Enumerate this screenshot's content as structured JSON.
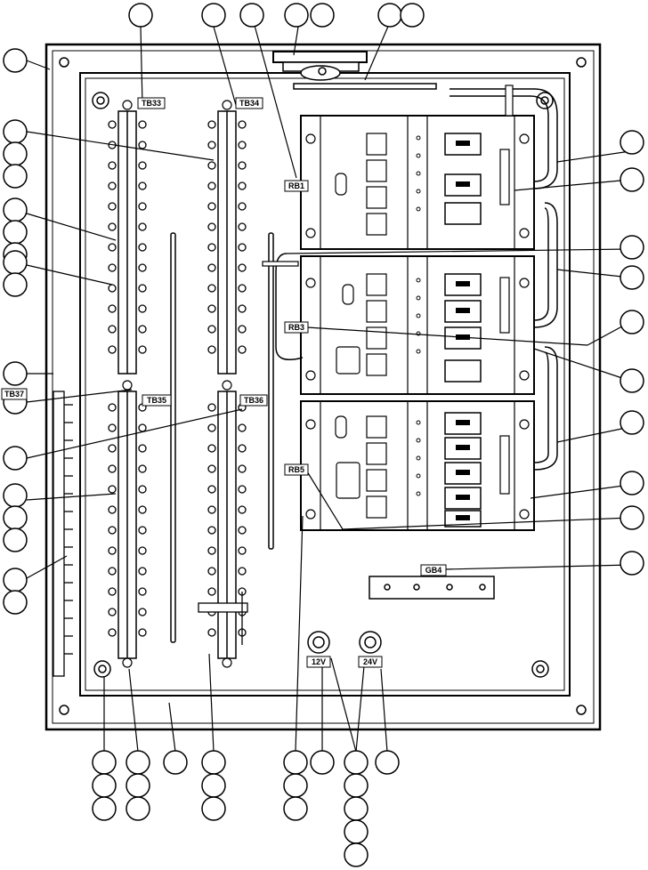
{
  "labels": {
    "tb33": "TB33",
    "tb34": "TB34",
    "tb35": "TB35",
    "tb36": "TB36",
    "tb37": "TB37",
    "rb1": "RB1",
    "rb3": "RB3",
    "rb5": "RB5",
    "gb4": "GB4",
    "v12": "12V",
    "v24": "24V"
  },
  "colors": {
    "line": "#000000",
    "fill": "#ffffff"
  }
}
